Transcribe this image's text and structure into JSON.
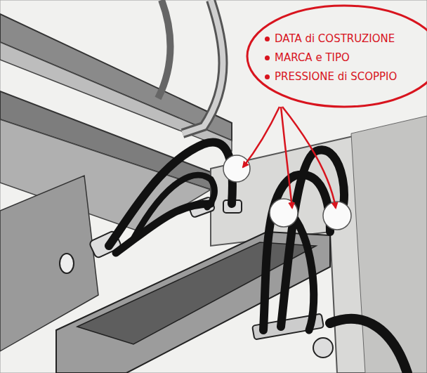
{
  "diagram": {
    "nodes": [
      {
        "text": [
          "DATA di COSTRUZIONE",
          "MARCA e TIPO",
          "PRESSIONE di SCOPPIO"
        ]
      }
    ]
  }
}
